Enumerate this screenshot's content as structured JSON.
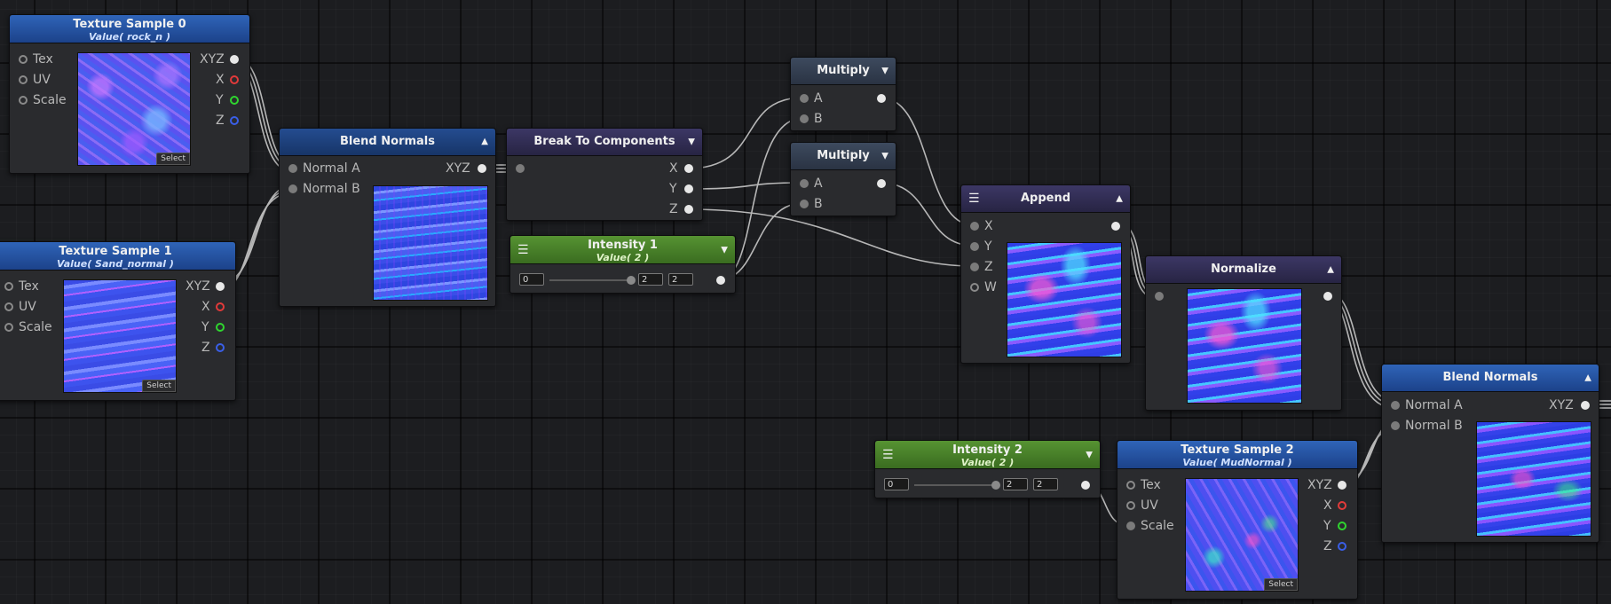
{
  "texture_sample_0": {
    "title": "Texture Sample 0",
    "value": "Value( rock_n )",
    "inputs": [
      "Tex",
      "UV",
      "Scale"
    ],
    "outputs": [
      "XYZ",
      "X",
      "Y",
      "Z"
    ],
    "select_label": "Select"
  },
  "texture_sample_1": {
    "title": "Texture Sample 1",
    "value": "Value( Sand_normal )",
    "inputs": [
      "Tex",
      "UV",
      "Scale"
    ],
    "outputs": [
      "XYZ",
      "X",
      "Y",
      "Z"
    ],
    "select_label": "Select"
  },
  "texture_sample_2": {
    "title": "Texture Sample 2",
    "value": "Value( MudNormal )",
    "inputs": [
      "Tex",
      "UV",
      "Scale"
    ],
    "outputs": [
      "XYZ",
      "X",
      "Y",
      "Z"
    ],
    "select_label": "Select"
  },
  "blend_normals_1": {
    "title": "Blend Normals",
    "inputs": [
      "Normal A",
      "Normal B"
    ],
    "output": "XYZ"
  },
  "blend_normals_2": {
    "title": "Blend Normals",
    "inputs": [
      "Normal A",
      "Normal B"
    ],
    "output": "XYZ"
  },
  "break_to_components": {
    "title": "Break To Components",
    "outputs": [
      "X",
      "Y",
      "Z"
    ]
  },
  "intensity_1": {
    "title": "Intensity 1",
    "value": "Value( 2 )",
    "min": "0",
    "current": "2",
    "max": "2"
  },
  "intensity_2": {
    "title": "Intensity 2",
    "value": "Value( 2 )",
    "min": "0",
    "current": "2",
    "max": "2"
  },
  "multiply_1": {
    "title": "Multiply",
    "inputs": [
      "A",
      "B"
    ]
  },
  "multiply_2": {
    "title": "Multiply",
    "inputs": [
      "A",
      "B"
    ]
  },
  "append": {
    "title": "Append",
    "inputs": [
      "X",
      "Y",
      "Z",
      "W"
    ]
  },
  "normalize": {
    "title": "Normalize"
  },
  "colors": {
    "port_x": "#e23a3a",
    "port_y": "#2fd52f",
    "port_z": "#3a5fe8",
    "header_blue": "#2f64b8",
    "header_purple": "#3c3765",
    "header_green": "#569332",
    "wire": "#c8c8c8"
  },
  "icons": {
    "collapse": "triangle-up-icon",
    "expand": "triangle-down-icon",
    "menu": "hamburger-icon"
  }
}
